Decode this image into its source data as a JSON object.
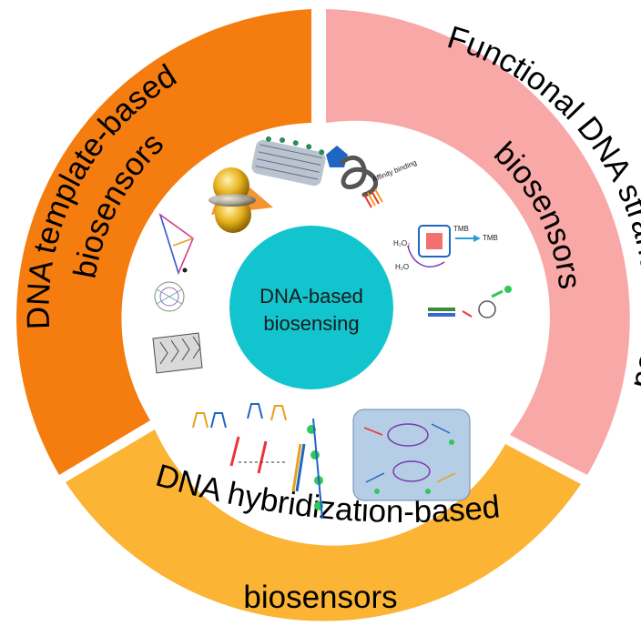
{
  "diagram": {
    "center": {
      "line1": "DNA-based",
      "line2": "biosensing",
      "color": "#12c4cd"
    },
    "segments": [
      {
        "id": "template",
        "color": "#f57c0f",
        "line1": "DNA template-based",
        "line2": "biosensors"
      },
      {
        "id": "functional",
        "color": "#f9a8a8",
        "line1": "Functional DNA strands-based",
        "line2": "biosensors"
      },
      {
        "id": "hybridization",
        "color": "#fbb434",
        "line1": "DNA hybridization-based",
        "line2": "biosensors"
      }
    ],
    "labels": {
      "affinity": "Affinity binding",
      "tmb": "TMB",
      "tmb_ox": "TMB",
      "h2o2": "H₂O₂",
      "h2o": "H₂O"
    }
  }
}
